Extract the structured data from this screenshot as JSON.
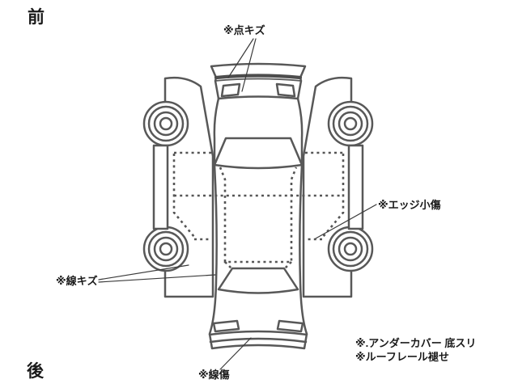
{
  "diagram": {
    "type": "vehicle-exterior-damage-diagram",
    "orientation_labels": {
      "front": "前",
      "rear": "後"
    },
    "annotations": {
      "point_scratch": "※点キズ",
      "edge_small_damage": "※エッジ小傷",
      "line_scratch": "※線キズ",
      "line_damage": "※線傷"
    },
    "notes": {
      "undercover": "※.アンダーカバー 底スリ",
      "roof_rail": "※ルーフレール褪せ"
    },
    "colors": {
      "outline": "#585858",
      "leader": "#3a3a3a",
      "text": "#1a1a1a",
      "background": "#ffffff"
    }
  }
}
